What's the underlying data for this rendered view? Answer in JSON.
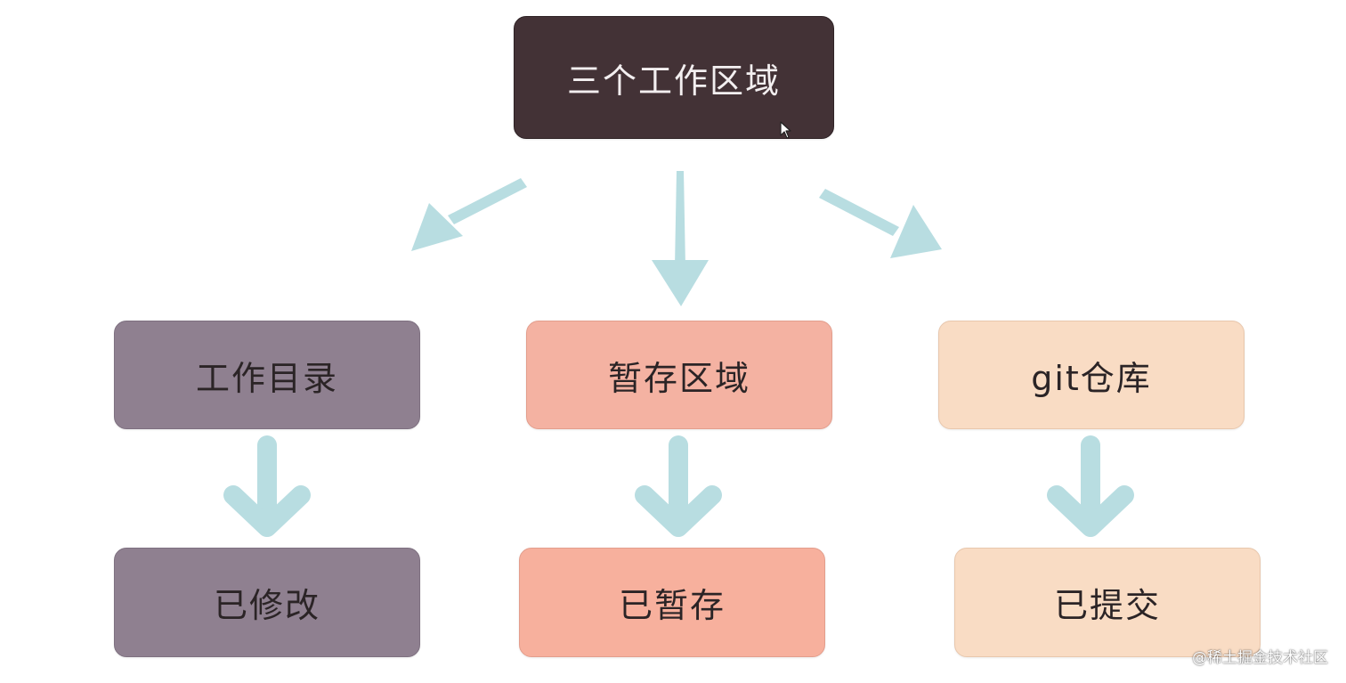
{
  "diagram": {
    "root": {
      "label": "三个工作区域"
    },
    "columns": [
      {
        "area": "工作目录",
        "state": "已修改"
      },
      {
        "area": "暂存区域",
        "state": "已暂存"
      },
      {
        "area": "git仓库",
        "state": "已提交"
      }
    ]
  },
  "colors": {
    "root": "#433236",
    "column1": "#8f8090",
    "column2": "#f4b2a2",
    "column3": "#f9dcc4",
    "arrow": "#b8dde1"
  },
  "watermark": "@稀土掘金技术社区"
}
